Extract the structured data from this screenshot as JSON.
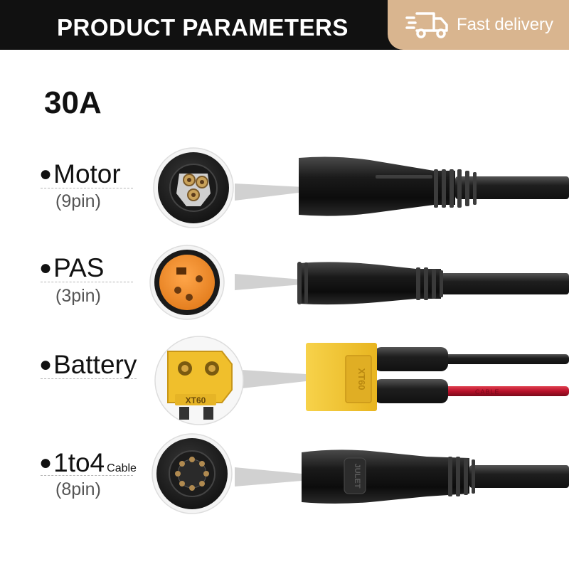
{
  "header": {
    "title": "PRODUCT PARAMETERS",
    "delivery_label": "Fast delivery",
    "icon": "delivery-truck-icon"
  },
  "amperage": "30A",
  "connectors": [
    {
      "bullet": "●",
      "label": "Motor",
      "pins": "(9pin)",
      "suffix": ""
    },
    {
      "bullet": "●",
      "label": "PAS",
      "pins": "(3pin)",
      "suffix": ""
    },
    {
      "bullet": "●",
      "label": "Battery",
      "pins": "",
      "suffix": ""
    },
    {
      "bullet": "●",
      "label": "1to4",
      "pins": "(8pin)",
      "suffix": "Cable"
    }
  ],
  "plug_marks": {
    "battery": "XT60",
    "cable_print": "CABLE",
    "brand": "JULET"
  },
  "colors": {
    "header_bg": "#111111",
    "badge_bg": "#d9b58f",
    "connector_yellow": "#f2c32c",
    "pas_orange": "#f08a2b",
    "cable_red": "#c0142a",
    "cable_black": "#1b1b1b"
  }
}
